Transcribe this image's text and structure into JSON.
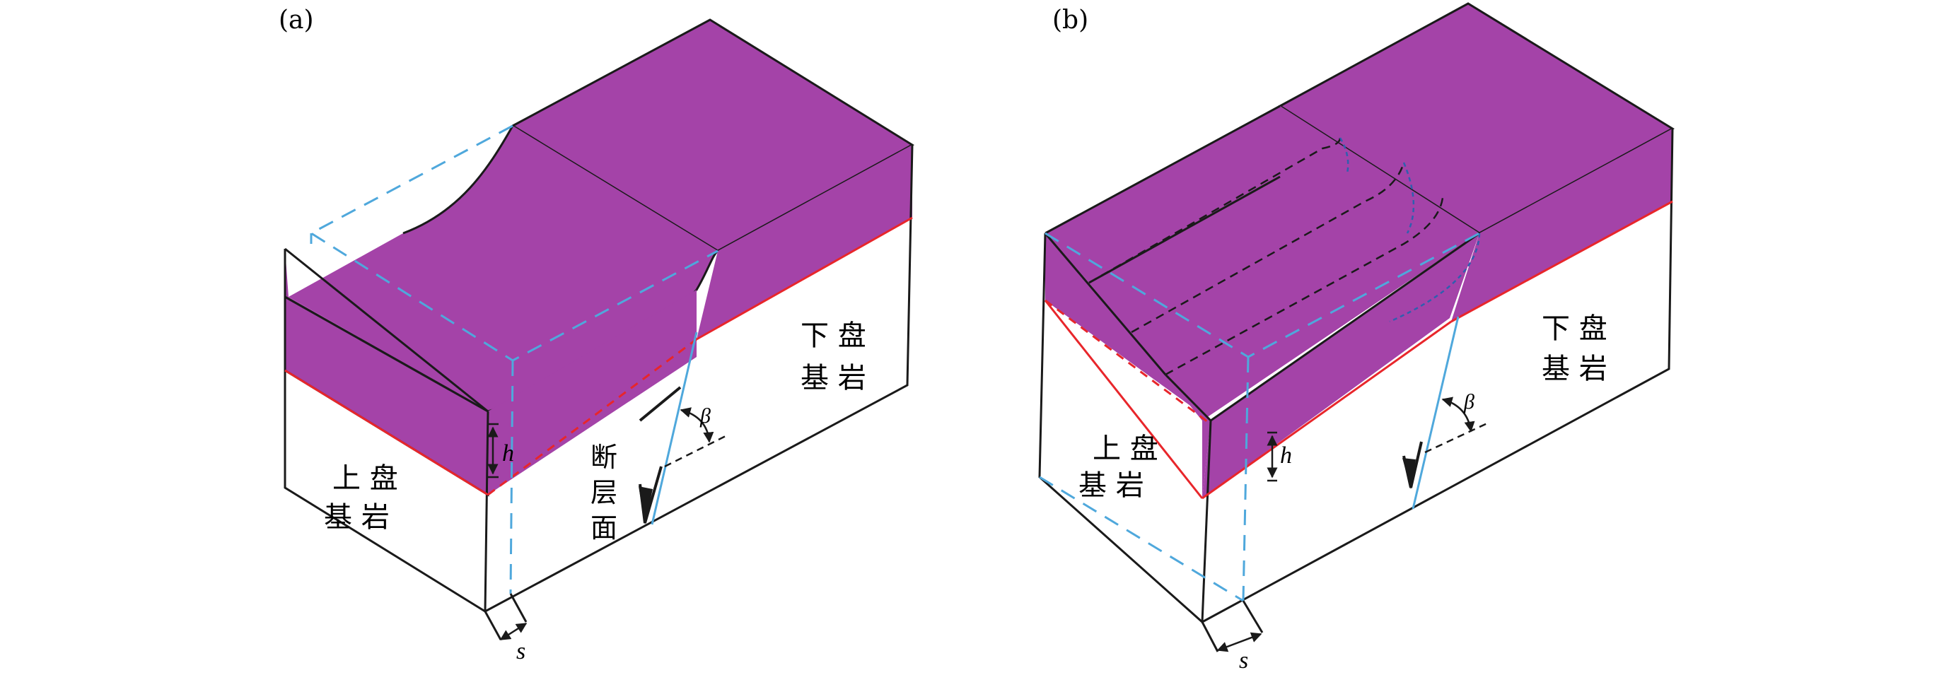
{
  "panel_a": {
    "label": "(a)",
    "footwall_line1": "下 盘",
    "footwall_line2": "基 岩",
    "hanging_line1": "上 盘",
    "hanging_line2": "基 岩",
    "fault_plane_1": "断",
    "fault_plane_2": "层",
    "fault_plane_3": "面",
    "h": "h",
    "s": "s",
    "beta": "β"
  },
  "panel_b": {
    "label": "(b)",
    "footwall_line1": "下 盘",
    "footwall_line2": "基 岩",
    "hanging_line1": "上 盘",
    "hanging_line2": "基 岩",
    "h": "h",
    "s": "s",
    "beta": "β"
  },
  "colors": {
    "purple": "#A443A8",
    "red": "#E8262B",
    "blue": "#4FA8DC",
    "dark_blue": "#2F5FAF",
    "black": "#1a1a1a"
  }
}
